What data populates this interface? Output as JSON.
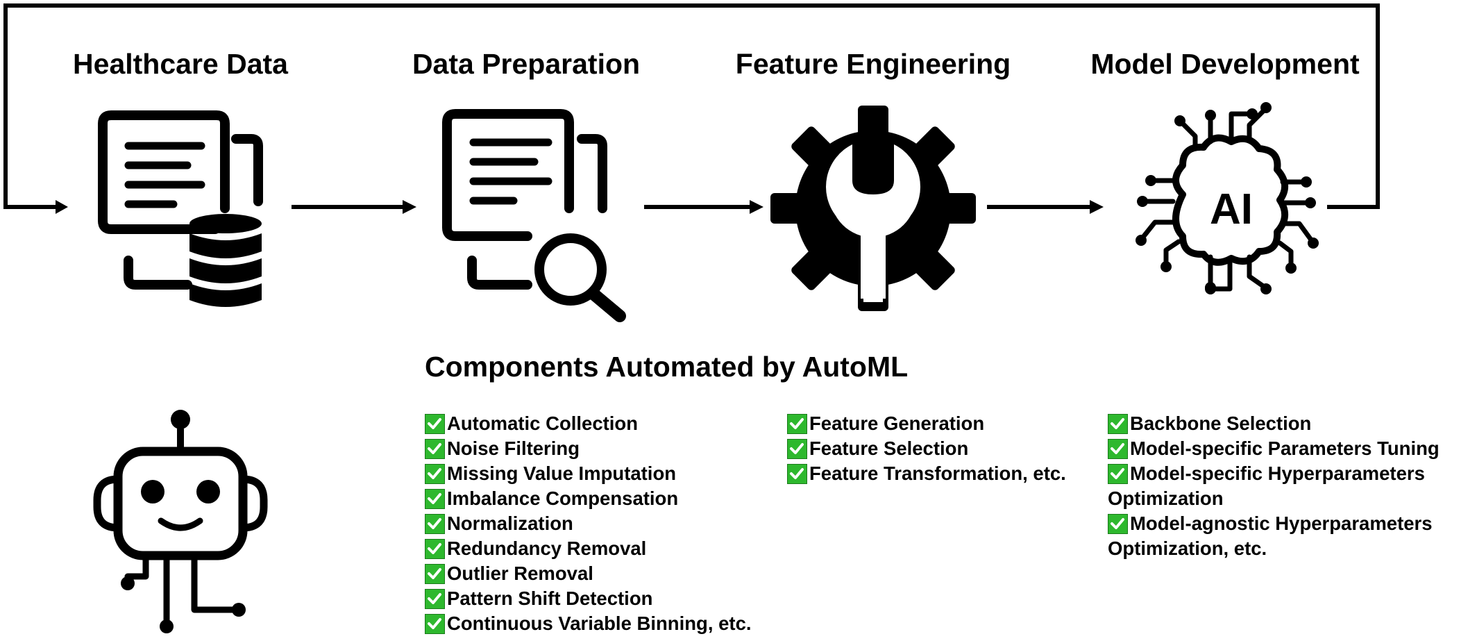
{
  "stages": [
    {
      "title": "Healthcare Data",
      "icon": "documents-database-icon"
    },
    {
      "title": "Data Preparation",
      "icon": "document-magnifier-icon"
    },
    {
      "title": "Feature Engineering",
      "icon": "gear-wrench-icon"
    },
    {
      "title": "Model Development",
      "icon": "ai-brain-circuit-icon"
    }
  ],
  "automl": {
    "title": "Components Automated by AutoML",
    "robot_icon": "robot-icon",
    "check_color": "#2eb82e",
    "columns": [
      {
        "items": [
          "Automatic Collection",
          "Noise Filtering",
          "Missing Value Imputation",
          "Imbalance Compensation",
          "Normalization",
          "Redundancy Removal",
          "Outlier Removal",
          "Pattern Shift Detection",
          "Continuous Variable Binning, etc."
        ]
      },
      {
        "items": [
          "Feature Generation",
          "Feature Selection",
          "Feature Transformation, etc."
        ]
      },
      {
        "items": [
          "Backbone Selection",
          "Model-specific Parameters Tuning",
          "Model-specific Hyperparameters",
          "Model-agnostic Hyperparameters"
        ],
        "continuations": [
          "Optimization",
          "Optimization, etc."
        ]
      }
    ]
  }
}
